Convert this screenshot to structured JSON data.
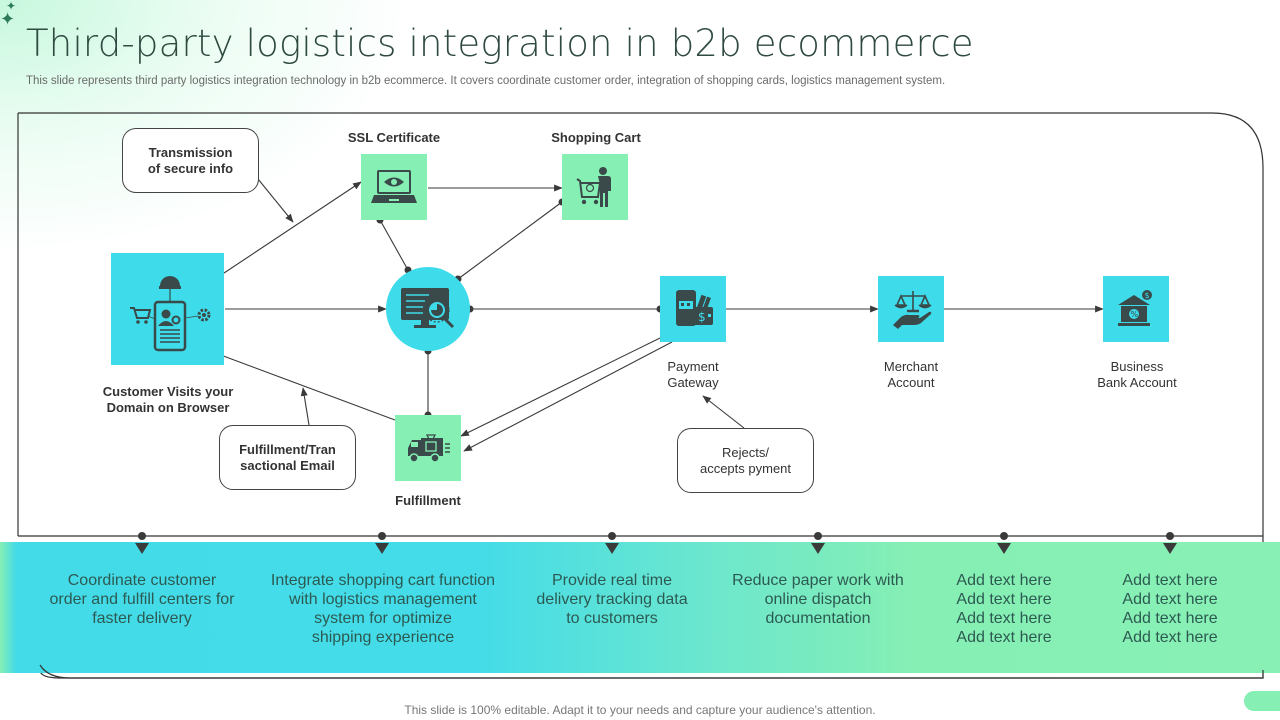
{
  "header": {
    "title": "Third-party logistics integration in b2b ecommerce",
    "subtitle": "This slide represents third party logistics integration technology in b2b ecommerce. It covers coordinate customer order, integration of shopping cards, logistics management system."
  },
  "nodes": {
    "customer": {
      "label_line1": "Customer Visits your",
      "label_line2": "Domain on Browser",
      "icon": "mobile-user-commerce-icon"
    },
    "ssl": {
      "label": "SSL Certificate",
      "icon": "laptop-eye-icon"
    },
    "cart": {
      "label": "Shopping Cart",
      "icon": "person-cart-icon"
    },
    "hub": {
      "icon": "monitor-analytics-icon"
    },
    "payment": {
      "label_line1": "Payment",
      "label_line2": "Gateway",
      "icon": "phone-wallet-icon"
    },
    "merchant": {
      "label_line1": "Merchant",
      "label_line2": "Account",
      "icon": "hand-scale-icon"
    },
    "bank": {
      "label_line1": "Business",
      "label_line2": "Bank Account",
      "icon": "bank-coin-icon"
    },
    "fulfillment": {
      "label": "Fulfillment",
      "icon": "delivery-truck-icon"
    }
  },
  "callouts": {
    "secure": {
      "line1": "Transmission",
      "line2": "of secure info"
    },
    "email": {
      "line1": "Fulfillment/Tran",
      "line2": "sactional Email"
    },
    "rejects": {
      "line1": "Rejects/",
      "line2": "accepts pyment"
    }
  },
  "benefits": [
    {
      "lines": [
        "Coordinate customer",
        "order and fulfill  centers for",
        "faster delivery"
      ]
    },
    {
      "lines": [
        "Integrate  shopping cart function",
        "with logistics management",
        "system for optimize",
        "shipping experience"
      ]
    },
    {
      "lines": [
        "Provide real time",
        "delivery tracking data",
        "to customers"
      ]
    },
    {
      "lines": [
        "Reduce paper work with",
        "online dispatch",
        "documentation"
      ]
    },
    {
      "lines": [
        "Add text here",
        "Add text here",
        "Add text here",
        "Add text here"
      ]
    },
    {
      "lines": [
        "Add text here",
        "Add text here",
        "Add text here",
        "Add text here"
      ]
    }
  ],
  "footer": {
    "text": "This slide is 100% editable. Adapt it to your needs and capture your audience's attention."
  },
  "colors": {
    "cyan": "#3edcea",
    "green": "#86efb3",
    "icon_dark": "#3a4a4a",
    "title": "#2f4a40"
  }
}
